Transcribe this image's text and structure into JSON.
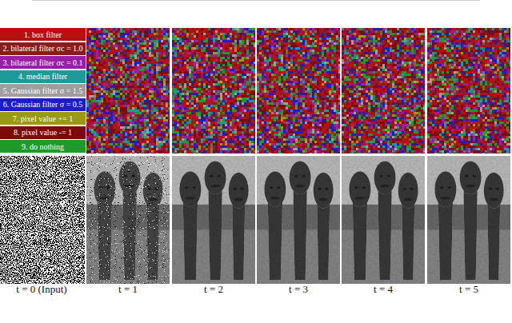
{
  "diagram": {
    "labels": [
      "t = 0 (Input)",
      "t = 1",
      "t = 2",
      "t = 3",
      "t = 4",
      "t = 5"
    ],
    "legend": [
      {
        "text": "1. box filter",
        "color": "#b80f0f"
      },
      {
        "text": "2. bilateral filter σc = 1.0",
        "color": "#8c1c1c"
      },
      {
        "text": "3. bilateral filter σc = 0.1",
        "color": "#9a1fa6"
      },
      {
        "text": "4. median filter",
        "color": "#1f9a9a"
      },
      {
        "text": "5. Gaussian filter σ = 1.5",
        "color": "#9e9e9e"
      },
      {
        "text": "6. Gaussian filter σ = 0.5",
        "color": "#1c1cc8"
      },
      {
        "text": "7. pixel value += 1",
        "color": "#999912"
      },
      {
        "text": "8. pixel value -= 1",
        "color": "#7d0a0a"
      },
      {
        "text": "9. do nothing",
        "color": "#1f9a2a"
      }
    ]
  }
}
